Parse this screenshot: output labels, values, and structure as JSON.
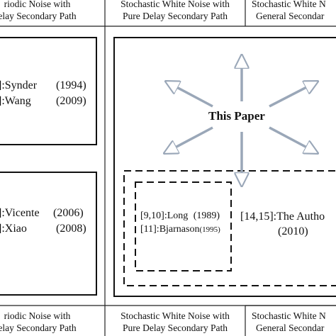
{
  "header_top": {
    "col1": [
      "riodic Noise with",
      "elay Secondary Path"
    ],
    "col2": [
      "Stochastic White Noise with",
      "Pure Delay Secondary Path"
    ],
    "col3": [
      "Stochastic White N",
      "General Secondar"
    ]
  },
  "header_bottom": {
    "col1": [
      "riodic Noise with",
      "elay Secondary Path"
    ],
    "col2": [
      "Stochastic White Noise with",
      "Pure Delay Secondary Path"
    ],
    "col3": [
      "Stochastic White N",
      "General Secondar"
    ]
  },
  "left_top_box": {
    "ref1": {
      "text": "]:Synder",
      "year": "(1994)"
    },
    "ref2": {
      "text": "]:Wang",
      "year": "(2009)"
    }
  },
  "left_bottom_box": {
    "ref1": {
      "text": "]:Vicente",
      "year": "(2006)"
    },
    "ref2": {
      "text": "]:Xiao",
      "year": "(2008)"
    }
  },
  "center": {
    "label": "This Paper"
  },
  "inner_box": {
    "ref1": {
      "text": "[9,10]:Long",
      "year": "(1989)"
    },
    "ref2": {
      "text": "[11]:Bjarnason",
      "year": "(1995)"
    }
  },
  "right_ref": {
    "line1": "[14,15]:The Autho",
    "line2": "(2010)"
  }
}
